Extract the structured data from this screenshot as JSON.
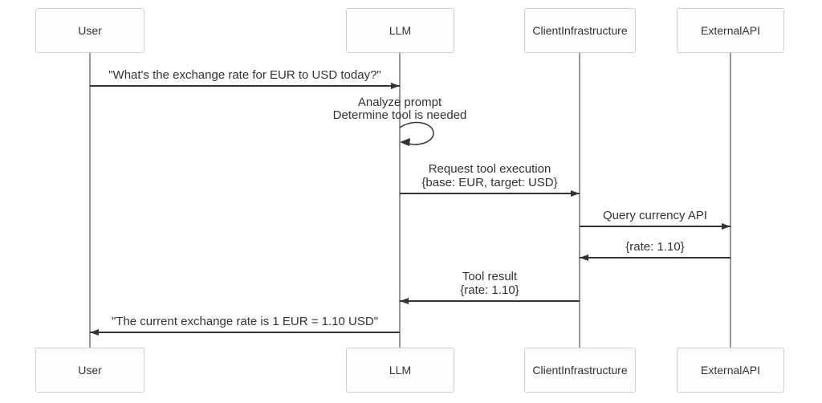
{
  "diagram": {
    "type": "sequence-diagram",
    "actors": [
      {
        "name": "User"
      },
      {
        "name": "LLM"
      },
      {
        "name": "ClientInfrastructure"
      },
      {
        "name": "ExternalAPI"
      }
    ],
    "messages": [
      {
        "from": "User",
        "to": "LLM",
        "lines": [
          "\"What's the exchange rate for EUR to USD today?\""
        ]
      },
      {
        "from": "LLM",
        "to": "LLM",
        "lines": [
          "Analyze prompt",
          "Determine tool is needed"
        ]
      },
      {
        "from": "LLM",
        "to": "ClientInfrastructure",
        "lines": [
          "Request tool execution",
          "{base: EUR, target: USD}"
        ]
      },
      {
        "from": "ClientInfrastructure",
        "to": "ExternalAPI",
        "lines": [
          "Query currency API"
        ]
      },
      {
        "from": "ExternalAPI",
        "to": "ClientInfrastructure",
        "lines": [
          "{rate: 1.10}"
        ]
      },
      {
        "from": "ClientInfrastructure",
        "to": "LLM",
        "lines": [
          "Tool result",
          "{rate: 1.10}"
        ]
      },
      {
        "from": "LLM",
        "to": "User",
        "lines": [
          "\"The current exchange rate is 1 EUR = 1.10 USD\""
        ]
      }
    ],
    "colors": {
      "background": "#ffffff",
      "arrow": "#333333",
      "lifeline": "#999999",
      "actor_border": "#cfcfcf",
      "actor_fill": "#fdfdfd",
      "text": "#333333"
    }
  }
}
